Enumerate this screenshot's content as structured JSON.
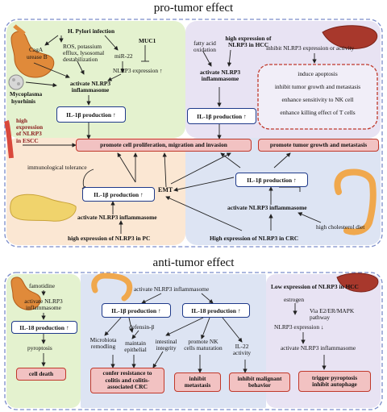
{
  "top": {
    "title": "pro-tumor effect",
    "stomach": {
      "hpylori": "H. Pylori infection",
      "cagA": "CagA",
      "ureaseB": "urease B",
      "ros1": "ROS, potassium",
      "ros2": "efflux, lysosomal",
      "ros3": "destabilization",
      "mir22": "miR-22",
      "muc1": "MUC1",
      "nlrp3expr": "NLRP3 expression",
      "mycoplasma1": "Mycoplasma",
      "mycoplasma2": "hyorhinis",
      "activate1": "activate NLRP3",
      "activate2": "inflammasome",
      "il1b": "IL-1β production",
      "up": "↑"
    },
    "hcc": {
      "fatty1": "fatty acid",
      "fatty2": "oxidation",
      "high1": "high expression of",
      "high2": "NLRP3 in HCC",
      "activate1": "activate NLRP3",
      "activate2": "inflammasome",
      "il1b": "IL-1β production",
      "up": "↑",
      "inhibit": "inhibit  NLRP3 expression or activity",
      "effects": [
        "induce apoptosis",
        "inhibit tumor growth and metastasis",
        "enhance sensitivity to NK cell",
        "enhance killing  effect of T cells"
      ]
    },
    "escc": {
      "l1": "high",
      "l2": "expression",
      "l3": "of NLRP3",
      "l4": "in ESCC"
    },
    "promote_prolif": "promote cell proliferation, migration and invasion",
    "promote_growth": "promote tumor growth and metastasis",
    "immuno": "immunological tolerance",
    "pc": {
      "il1b": "IL-1β production",
      "up": "↑",
      "emt": "EMT",
      "activate": "activate NLRP3 inflammasome",
      "high": "high expression of  NLRP3 in PC"
    },
    "crc": {
      "il1b": "IL-1β production",
      "up": "↑",
      "activate": "activate NLRP3 inflammasome",
      "diet": "high cholesterol diet",
      "high": "High expression of  NLRP3 in CRC"
    }
  },
  "bottom": {
    "title": "anti-tumor effect",
    "stomach": {
      "famotidine": "famotidine",
      "activate1": "activate NLRP3",
      "activate2": "inflammasome",
      "il18": "IL-18 production",
      "up": "↑",
      "pyroptosis": "pyroptosis",
      "death": "cell death"
    },
    "colon": {
      "activate": "activate NLRP3 inflammasome",
      "il1b": "IL-1β production",
      "il18": "IL-18 production",
      "up": "↑",
      "defensin": "defensin-β",
      "microbiota1": "Microbiota",
      "microbiota2": "remodling",
      "epithelial1": "maintain",
      "epithelial2": "epithelial",
      "intestinal1": "intestinal",
      "intestinal2": "integrity",
      "nk1": "promote NK",
      "nk2": "cells maturation",
      "il22_1": "IL-22",
      "il22_2": "activity",
      "confer1": "confer resistance to",
      "confer2": "colitis and colitis-",
      "confer3": "associated CRC",
      "metastasis1": "inhibit",
      "metastasis2": "metastasis",
      "malignant1": "inhibit malignant",
      "malignant2": "behavior"
    },
    "hcc": {
      "low": "Low expression of NLRP3 in HCC",
      "estrogen": "estrogen",
      "via1": "Via E2/ER/MAPK",
      "via2": "pathway",
      "nlrp3expr": "NLRP3 expression",
      "activate": "activate NLRP3 inflammasome",
      "trigger1": "trigger pyroptosis",
      "trigger2": "inhibit autophage"
    }
  }
}
